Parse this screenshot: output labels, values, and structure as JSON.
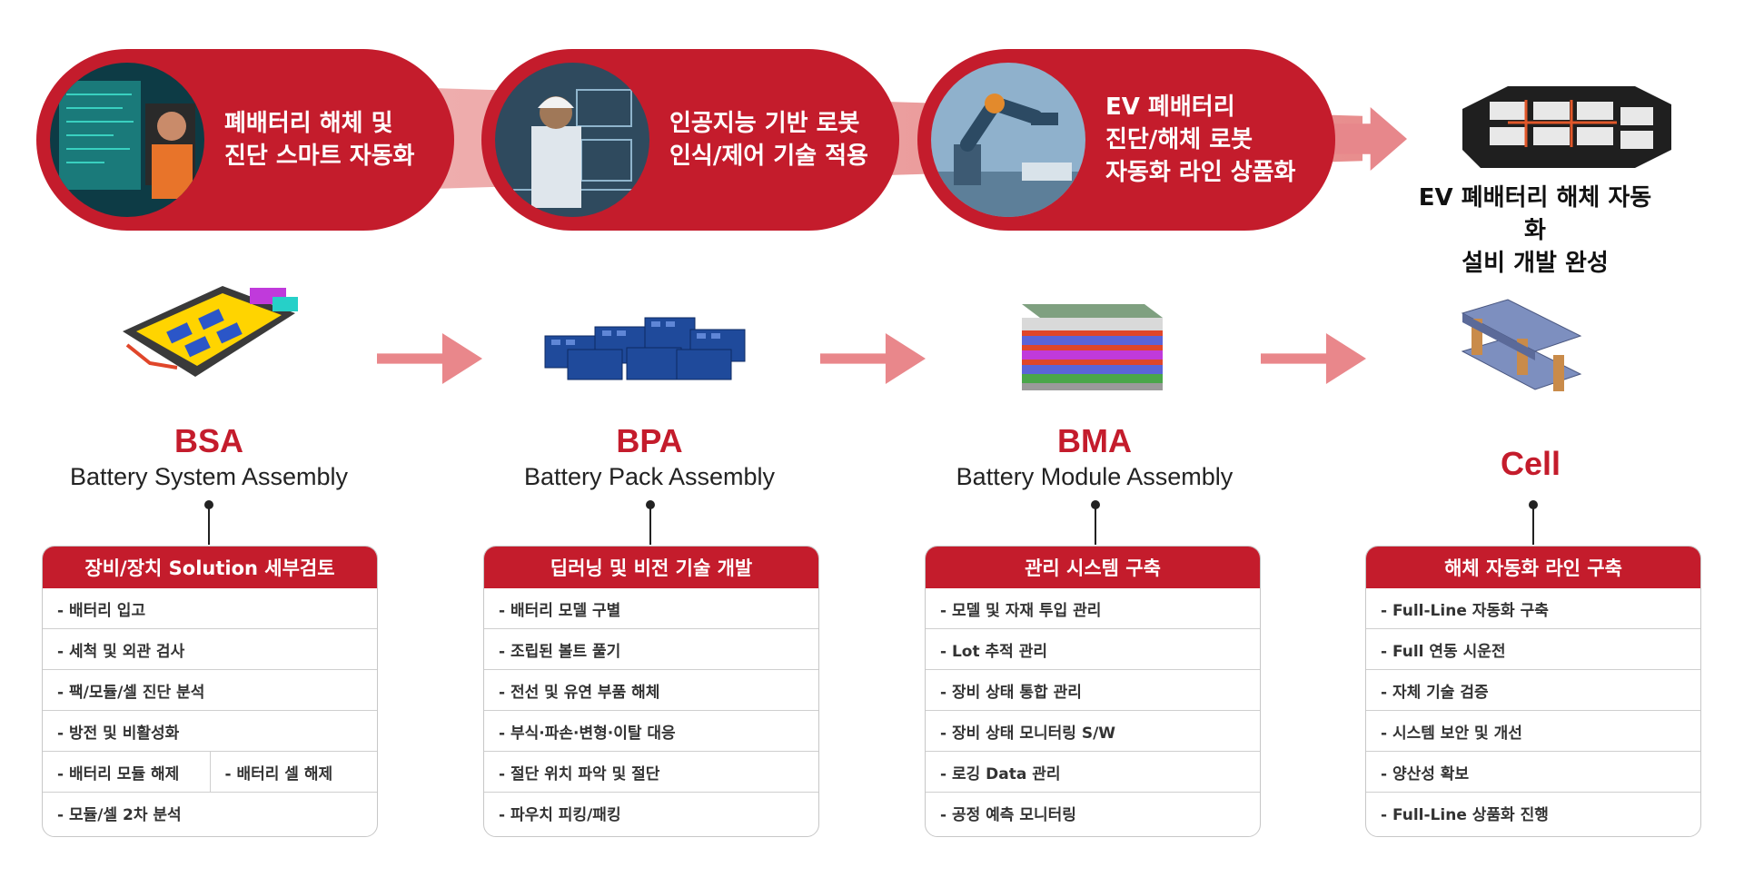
{
  "top_steps": [
    {
      "caption": "폐배터리 해체 및\n진단 스마트 자동화",
      "photo_icon": "engineer-screen-photo"
    },
    {
      "caption": "인공지능 기반 로봇\n인식/제어 기술 적용",
      "photo_icon": "engineer-hardhat-photo"
    },
    {
      "caption": "EV 폐배터리\n진단/해체 로봇\n자동화 라인 상품화",
      "photo_icon": "robot-arm-photo"
    }
  ],
  "goal": {
    "title": "EV 폐배터리 해체 자동화\n설비 개발 완성",
    "image_icon": "ev-battery-pack-image"
  },
  "stages": [
    {
      "code": "BSA",
      "name": "Battery System Assembly",
      "card_title": "장비/장치 Solution 세부검토",
      "items": [
        "- 배터리 입고",
        "- 세척 및 외관 검사",
        "- 팩/모듈/셀 진단 분석",
        "- 방전 및 비활성화"
      ],
      "split_items": [
        "- 배터리 모듈 해제",
        "- 배터리 셀 해제"
      ],
      "last_item": "- 모듈/셀 2차 분석"
    },
    {
      "code": "BPA",
      "name": "Battery Pack Assembly",
      "card_title": "딥러닝 및 비전 기술 개발",
      "items": [
        "- 배터리 모델 구별",
        "- 조립된 볼트 풀기",
        "- 전선 및 유연 부품 해체",
        "- 부식·파손·변형·이탈 대응",
        "- 절단 위치 파악 및 절단",
        "- 파우치 피킹/패킹"
      ]
    },
    {
      "code": "BMA",
      "name": "Battery Module Assembly",
      "card_title": "관리 시스템 구축",
      "items": [
        "- 모델 및 자재 투입 관리",
        "- Lot 추적 관리",
        "- 장비 상태 통합 관리",
        "- 장비 상태 모니터링 S/W",
        "- 로깅 Data 관리",
        "- 공정 예측 모니터링"
      ]
    },
    {
      "code": "Cell",
      "name": "",
      "card_title": "해체 자동화 라인 구축",
      "items": [
        "- Full-Line 자동화 구축",
        "- Full 연동 시운전",
        "- 자체 기술 검증",
        "- 시스템 보안 및 개선",
        "- 양산성 확보",
        "- Full-Line 상품화 진행"
      ]
    }
  ],
  "colors": {
    "accent": "#c41c2c",
    "arrow": "#e9878b",
    "band": "#efb1b1"
  }
}
